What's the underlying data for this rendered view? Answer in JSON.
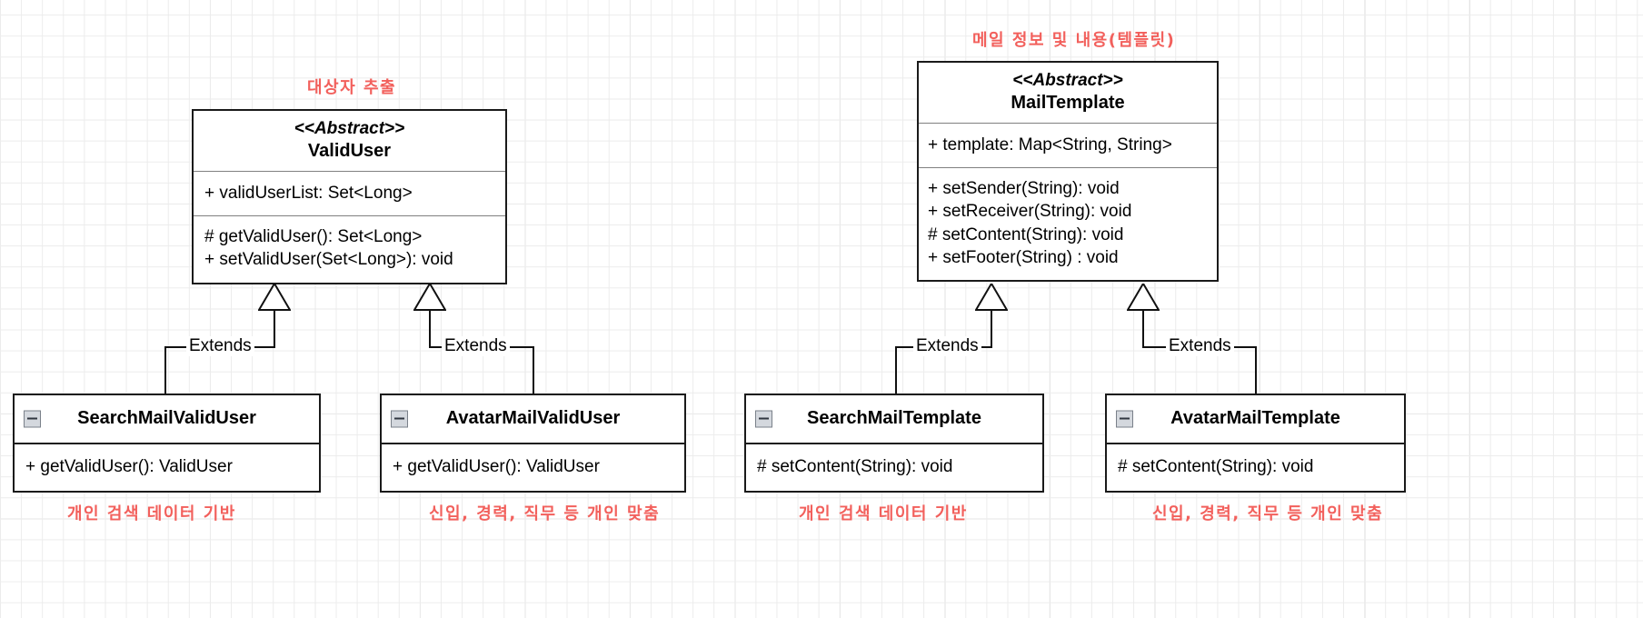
{
  "diagram": {
    "type": "uml-class-diagram",
    "background": "graph-paper-grid",
    "accent_annotation_color": "#f2605c",
    "line_color": "#111111"
  },
  "classes": [
    {
      "id": "valid-user",
      "stereotype": "<<Abstract>>",
      "name": "ValidUser",
      "attributes": [
        "+ validUserList: Set<Long>"
      ],
      "methods": [
        "# getValidUser(): Set<Long>",
        "+ setValidUser(Set<Long>): void"
      ]
    },
    {
      "id": "mail-template",
      "stereotype": "<<Abstract>>",
      "name": "MailTemplate",
      "attributes": [
        "+ template: Map<String, String>"
      ],
      "methods": [
        "+ setSender(String): void",
        "+ setReceiver(String): void",
        "# setContent(String): void",
        "+ setFooter(String) : void"
      ]
    },
    {
      "id": "search-mail-valid-user",
      "name": "SearchMailValidUser",
      "methods": [
        "+ getValidUser(): ValidUser"
      ]
    },
    {
      "id": "avatar-mail-valid-user",
      "name": "AvatarMailValidUser",
      "methods": [
        "+ getValidUser(): ValidUser"
      ]
    },
    {
      "id": "search-mail-template",
      "name": "SearchMailTemplate",
      "methods": [
        "# setContent(String): void"
      ]
    },
    {
      "id": "avatar-mail-template",
      "name": "AvatarMailTemplate",
      "methods": [
        "# setContent(String): void"
      ]
    }
  ],
  "relations": [
    {
      "id": "r1",
      "label": "Extends",
      "from": "search-mail-valid-user",
      "to": "valid-user"
    },
    {
      "id": "r2",
      "label": "Extends",
      "from": "avatar-mail-valid-user",
      "to": "valid-user"
    },
    {
      "id": "r3",
      "label": "Extends",
      "from": "search-mail-template",
      "to": "mail-template"
    },
    {
      "id": "r4",
      "label": "Extends",
      "from": "avatar-mail-template",
      "to": "mail-template"
    }
  ],
  "annotations": {
    "valid_user_top": "대상자 추출",
    "mail_template_top": "메일 정보 및 내용(템플릿)",
    "search_valid_user_bottom": "개인 검색 데이터 기반",
    "avatar_valid_user_bottom": "신입, 경력, 직무 등 개인 맞춤",
    "search_template_bottom": "개인 검색 데이터 기반",
    "avatar_template_bottom": "신입, 경력, 직무 등 개인 맞춤"
  },
  "icons": {
    "collapse": "minus-square-icon"
  }
}
